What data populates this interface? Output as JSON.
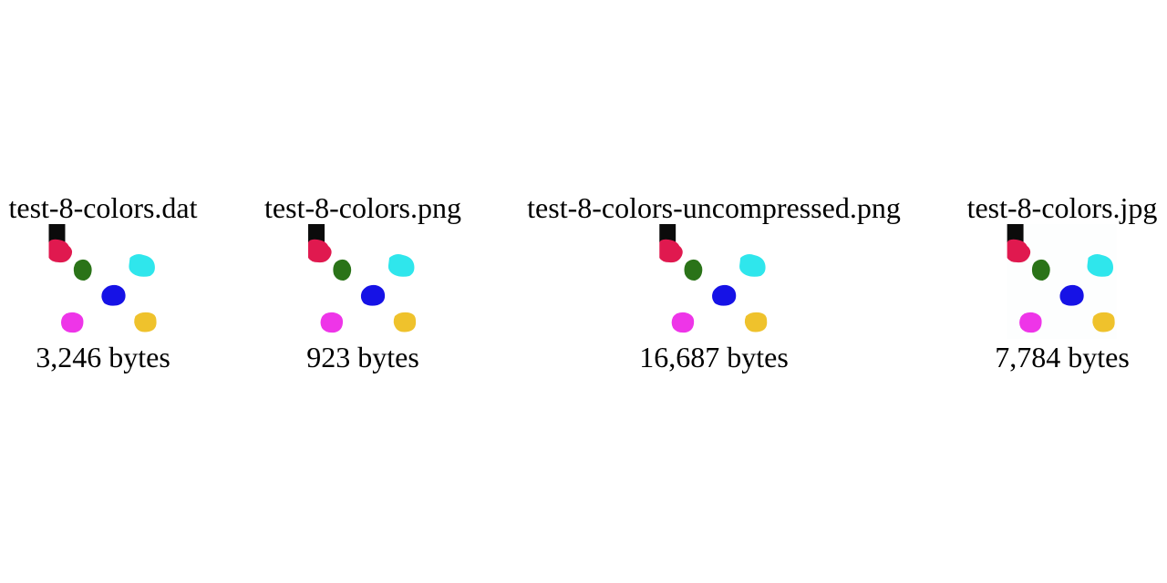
{
  "files": [
    {
      "name": "test-8-colors.dat",
      "size": "3,246 bytes"
    },
    {
      "name": "test-8-colors.png",
      "size": "923 bytes"
    },
    {
      "name": "test-8-colors-uncompressed.png",
      "size": "16,687 bytes"
    },
    {
      "name": "test-8-colors.jpg",
      "size": "7,784 bytes"
    }
  ],
  "palette": {
    "black": "#0b0b0b",
    "red": "#e0194f",
    "green": "#2a7318",
    "cyan": "#2fe6ec",
    "blue": "#1612e6",
    "magenta": "#ee35e8",
    "yellow": "#efc22c",
    "white": "#ffffff"
  }
}
